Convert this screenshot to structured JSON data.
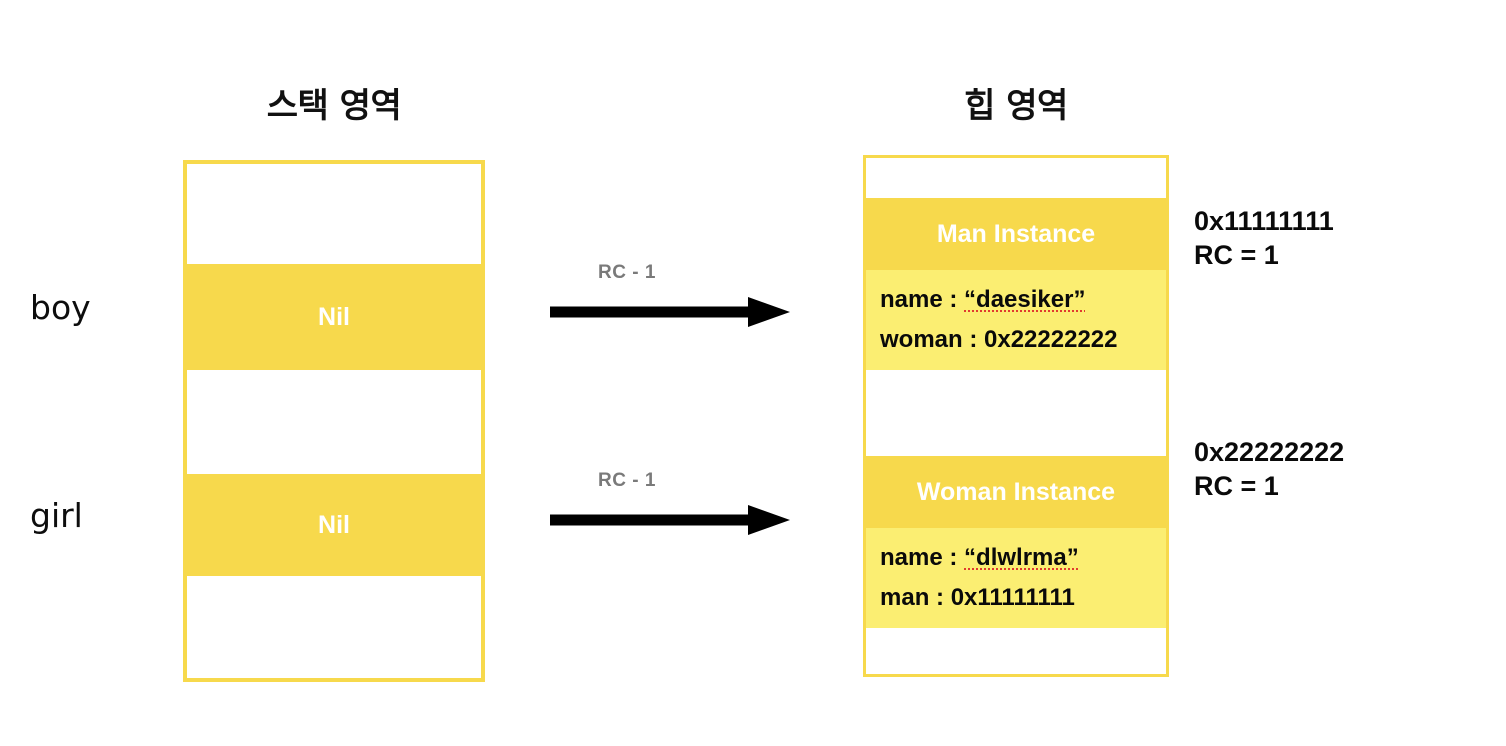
{
  "diagram": {
    "stack_section": {
      "title": "스택 영역",
      "cells": [
        {
          "name": "slot-top-empty",
          "value": "",
          "filled": false
        },
        {
          "name": "slot-boy",
          "value": "Nil",
          "filled": true
        },
        {
          "name": "slot-middle-empty",
          "value": "",
          "filled": false
        },
        {
          "name": "slot-girl",
          "value": "Nil",
          "filled": true
        },
        {
          "name": "slot-bottom-empty",
          "value": "",
          "filled": false
        }
      ],
      "variables": [
        {
          "name": "boy",
          "label": "boy"
        },
        {
          "name": "girl",
          "label": "girl"
        }
      ]
    },
    "arrows": [
      {
        "label": "RC - 1"
      },
      {
        "label": "RC - 1"
      }
    ],
    "heap_section": {
      "title": "힙 영역",
      "instances": [
        {
          "header": "Man Instance",
          "properties": [
            {
              "key": "name : ",
              "value": "“daesiker”",
              "misspelled": true
            },
            {
              "key": "woman : ",
              "value": "0x22222222",
              "misspelled": false
            }
          ],
          "address": "0x11111111",
          "ref_count": "RC = 1"
        },
        {
          "header": "Woman Instance",
          "properties": [
            {
              "key": "name : ",
              "value": "“dlwlrma”",
              "misspelled": true
            },
            {
              "key": "man : ",
              "value": "0x11111111",
              "misspelled": false
            }
          ],
          "address": "0x22222222",
          "ref_count": "RC = 1"
        }
      ]
    },
    "colors": {
      "accent_dark_yellow": "#F7D94C",
      "accent_light_yellow": "#FBEE72",
      "arrow_black": "#000000",
      "arrow_label_gray": "#7a7a7a",
      "spellcheck_red": "#e03a2f",
      "background": "#ffffff"
    }
  }
}
